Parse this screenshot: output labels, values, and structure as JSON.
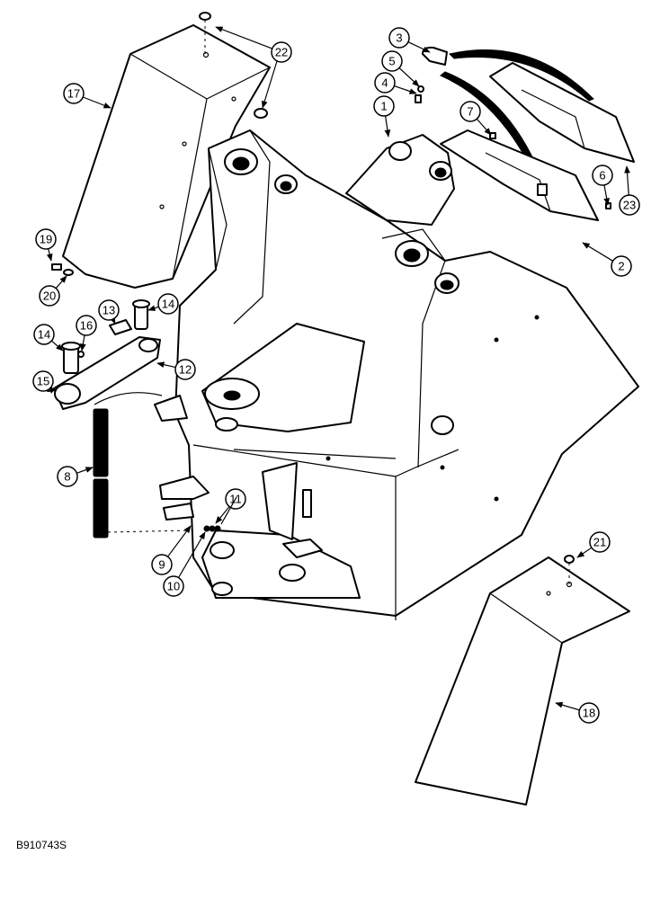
{
  "document_id": "B910743S",
  "callouts": [
    {
      "label": "1"
    },
    {
      "label": "2"
    },
    {
      "label": "3"
    },
    {
      "label": "4"
    },
    {
      "label": "5"
    },
    {
      "label": "6"
    },
    {
      "label": "7"
    },
    {
      "label": "8"
    },
    {
      "label": "9"
    },
    {
      "label": "10"
    },
    {
      "label": "11"
    },
    {
      "label": "12"
    },
    {
      "label": "13"
    },
    {
      "label": "14"
    },
    {
      "label": "14"
    },
    {
      "label": "15"
    },
    {
      "label": "16"
    },
    {
      "label": "17"
    },
    {
      "label": "18"
    },
    {
      "label": "19"
    },
    {
      "label": "20"
    },
    {
      "label": "21"
    },
    {
      "label": "22"
    },
    {
      "label": "23"
    }
  ]
}
